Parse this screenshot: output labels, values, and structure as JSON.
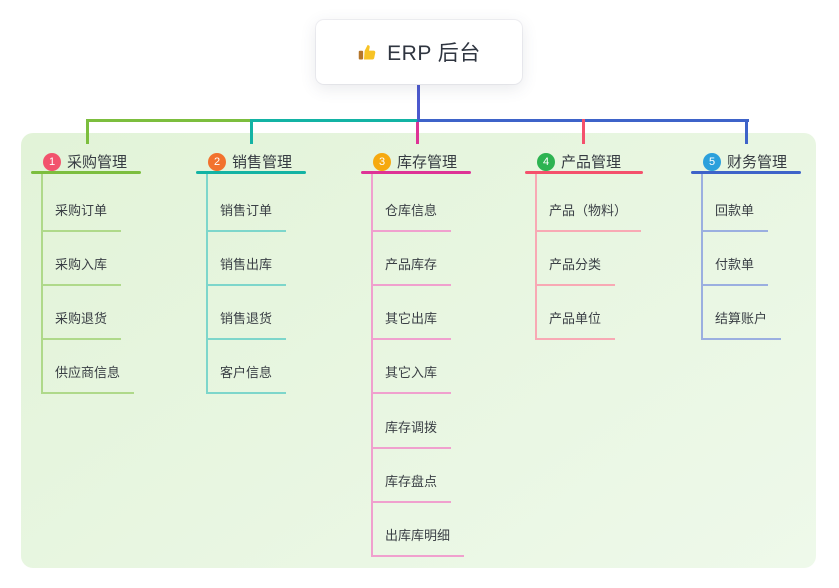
{
  "root": {
    "title": "ERP 后台",
    "icon": "thumbs-up"
  },
  "branches": [
    {
      "num": "1",
      "title": "采购管理",
      "badge_color": "#F2536D",
      "color": "#7CBE3E",
      "tint": "#AFD98A",
      "items": [
        "采购订单",
        "采购入库",
        "采购退货",
        "供应商信息"
      ]
    },
    {
      "num": "2",
      "title": "销售管理",
      "badge_color": "#F2722E",
      "color": "#13B3A4",
      "tint": "#7DD6CB",
      "items": [
        "销售订单",
        "销售出库",
        "销售退货",
        "客户信息"
      ]
    },
    {
      "num": "3",
      "title": "库存管理",
      "badge_color": "#F6A90F",
      "color": "#DE3396",
      "tint": "#F0A0CE",
      "items": [
        "仓库信息",
        "产品库存",
        "其它出库",
        "其它入库",
        "库存调拨",
        "库存盘点",
        "出库库明细"
      ]
    },
    {
      "num": "4",
      "title": "产品管理",
      "badge_color": "#2DB351",
      "color": "#F4516C",
      "tint": "#F8A9B4",
      "items": [
        "产品（物料）",
        "产品分类",
        "产品单位"
      ]
    },
    {
      "num": "5",
      "title": "财务管理",
      "badge_color": "#2BA0DC",
      "color": "#3E63C9",
      "tint": "#9BAFE0",
      "items": [
        "回款单",
        "付款单",
        "结算账户"
      ]
    }
  ],
  "colors": {
    "stem": "#4C59CE",
    "panel_from": "#E2F3D8",
    "panel_to": "#EEF9EA"
  }
}
